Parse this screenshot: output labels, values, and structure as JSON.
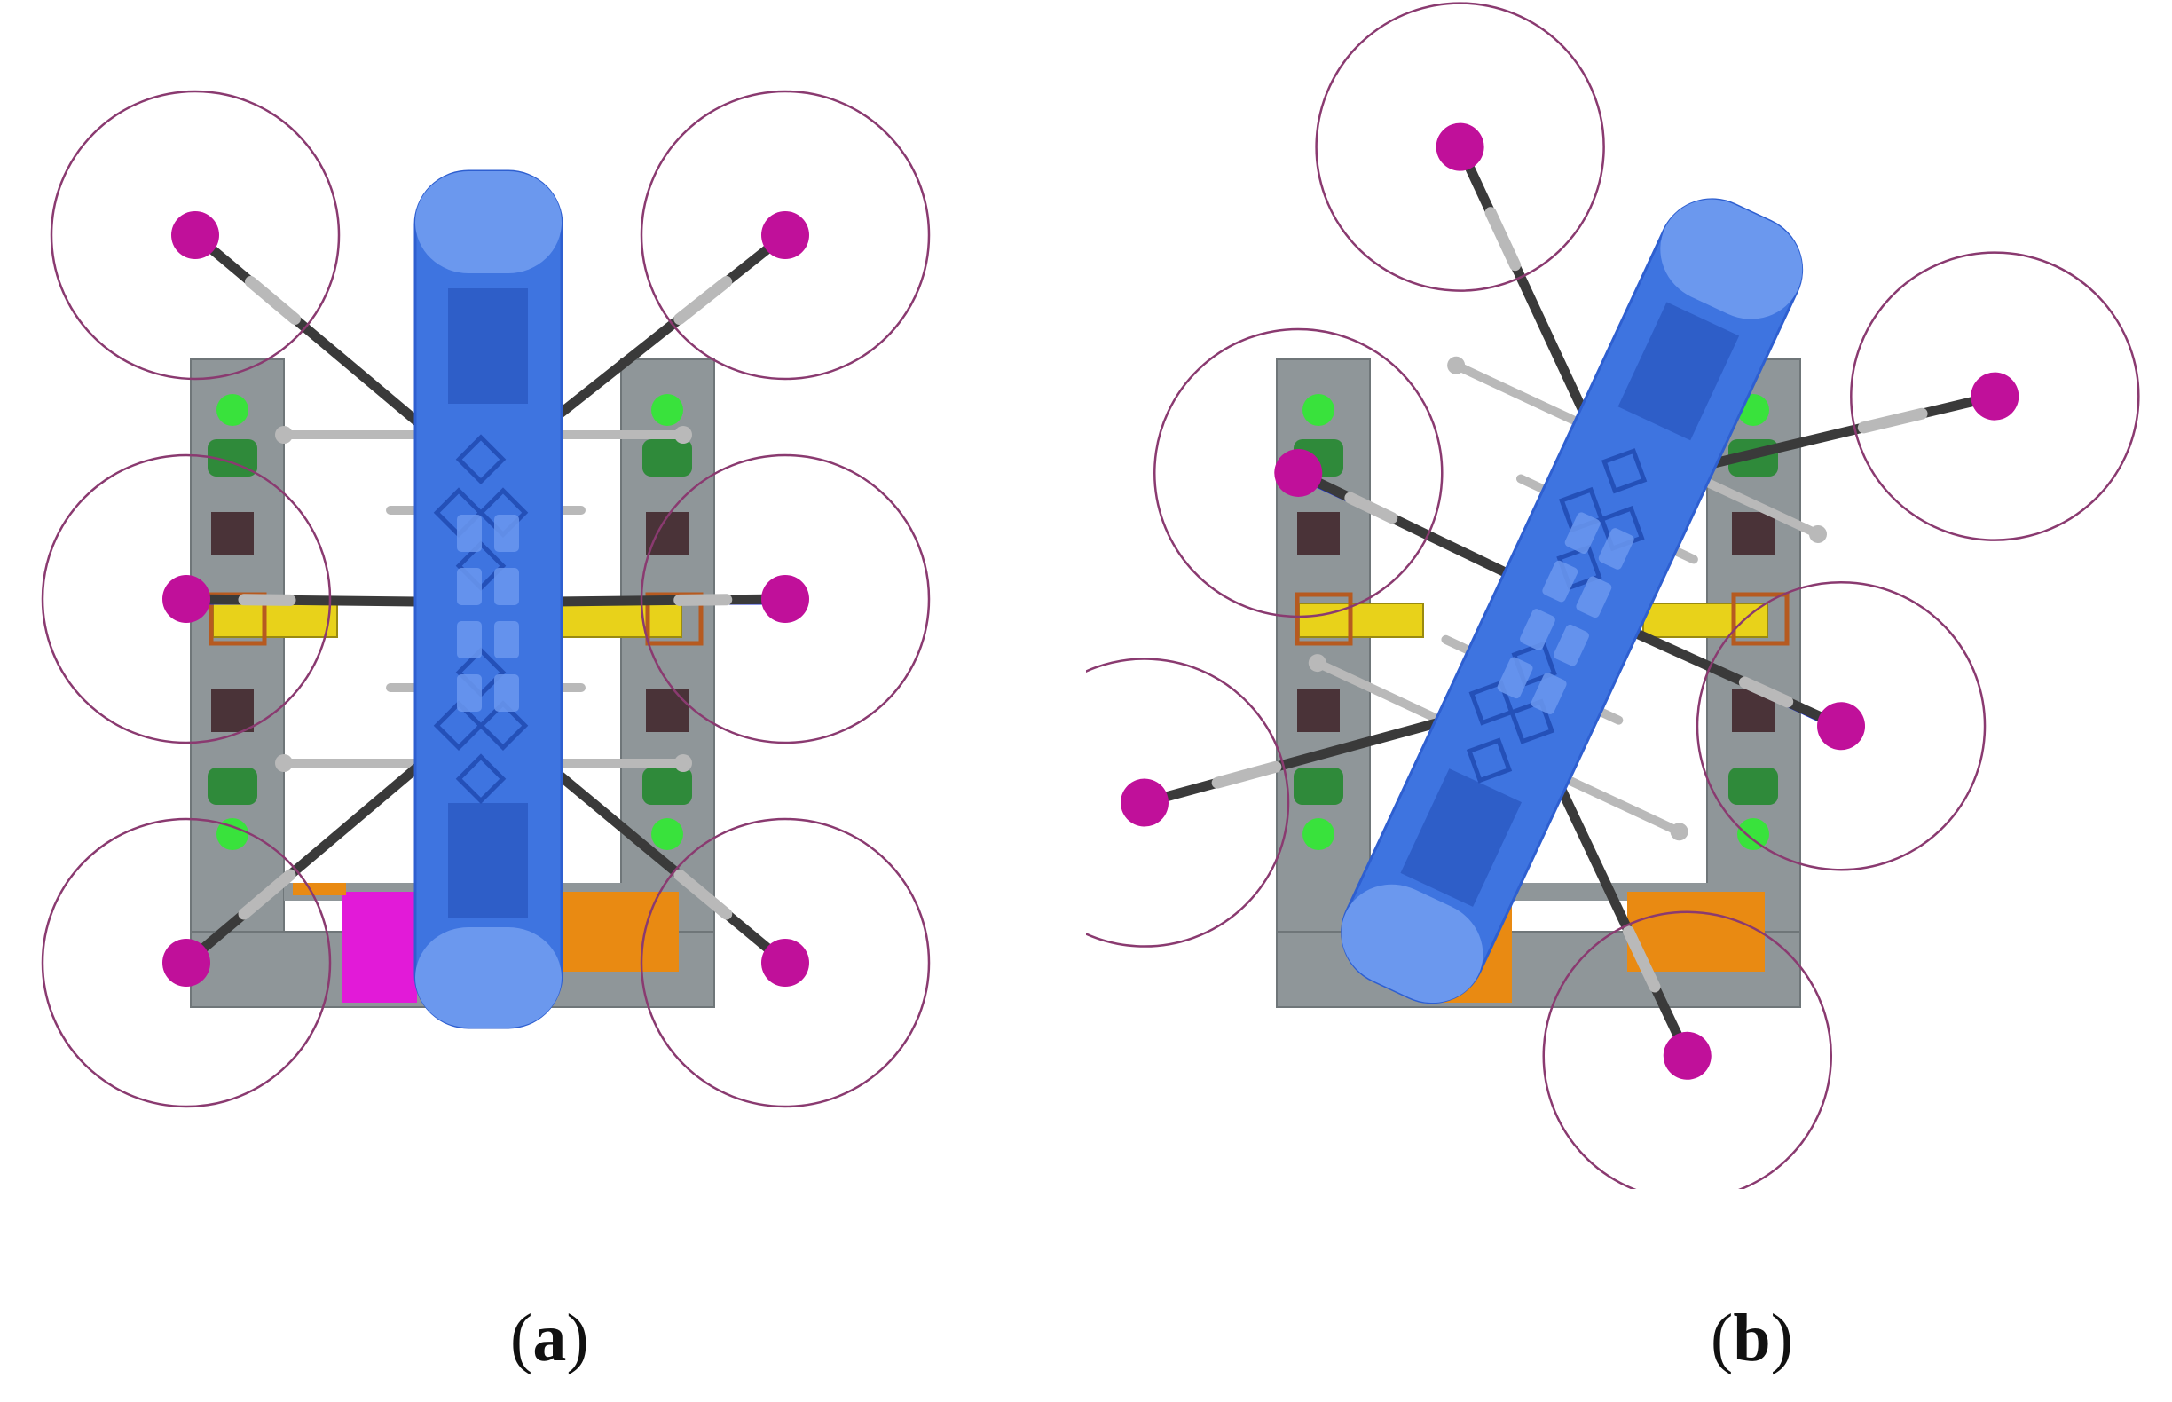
{
  "figure": {
    "panels": [
      {
        "id": "a",
        "label_open": "(",
        "label_letter": "a",
        "label_close": ")",
        "rotation_deg": 0
      },
      {
        "id": "b",
        "label_open": "(",
        "label_letter": "b",
        "label_close": ")",
        "rotation_deg": 25
      }
    ]
  },
  "colors": {
    "frame": "#8f9699",
    "frame_edge": "#6f7679",
    "body": "#3e74e0",
    "body_dark": "#2450b8",
    "body_cap": "#6b98ee",
    "rotor_ring": "#8a3a70",
    "motor": "#c0109a",
    "arm": "#3a3a3a",
    "arm_light": "#b9b9b9",
    "green_led": "#39e23c",
    "green_block": "#2f8a3a",
    "dark_block": "#4a3338",
    "yellow": "#e8d21a",
    "orange": "#e98a12",
    "magenta": "#e21ad8",
    "cable": "#1a2fd6"
  }
}
